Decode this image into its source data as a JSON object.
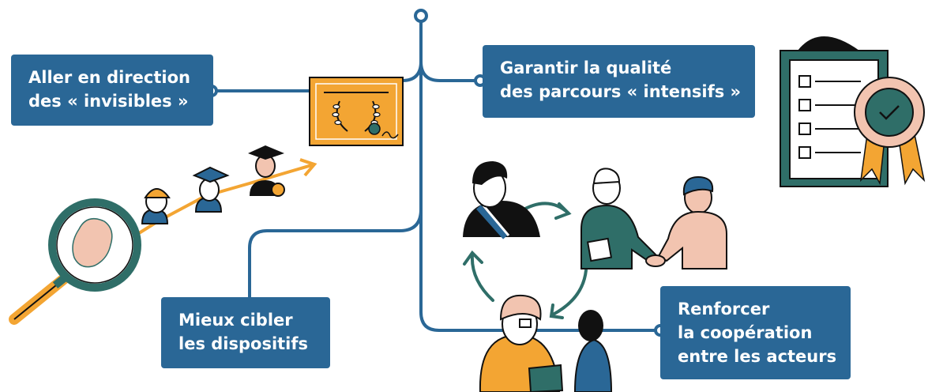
{
  "diagram": {
    "boxes": {
      "invisibles": {
        "lines": [
          "Aller en direction",
          "des « invisibles »"
        ]
      },
      "qualite": {
        "lines": [
          "Garantir la qualité",
          "des parcours « intensifs »"
        ]
      },
      "cibler": {
        "lines": [
          "Mieux cibler",
          "les dispositifs"
        ]
      },
      "cooperation": {
        "lines": [
          "Renforcer",
          "la coopération",
          "entre les acteurs"
        ]
      }
    },
    "colors": {
      "box_fill": "#2a6796",
      "line": "#2a6796",
      "accent_orange": "#f3a533",
      "teal": "#2f6e68",
      "skin": "#f2c4b0",
      "ink": "#111111"
    },
    "illustrations": [
      "magnifying-glass",
      "graduates-progression",
      "diploma-certificate",
      "checklist-award",
      "official-with-sash",
      "handshake",
      "counselor-with-laptop",
      "cycle-arrows"
    ]
  }
}
